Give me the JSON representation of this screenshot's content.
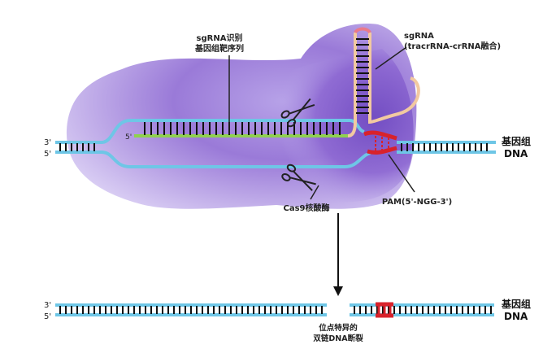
{
  "labels": {
    "sgrna_recognition_line1": "sgRNA识别",
    "sgrna_recognition_line2": "基因组靶序列",
    "sgrna_title": "sgRNA",
    "sgrna_subtitle": "(tracrRNA-crRNA融合)",
    "genome_dna_top_line1": "基因组",
    "genome_dna_top_line2": "DNA",
    "pam": "PAM(5'-NGG-3')",
    "cas9": "Cas9核酸酶",
    "strand_3_prime_top": "3'",
    "strand_5_prime_top": "5'",
    "guide_5_prime": "5'",
    "strand_3_prime_bottom": "3'",
    "strand_5_prime_bottom": "5'",
    "genome_dna_bottom_line1": "基因组",
    "genome_dna_bottom_line2": "DNA",
    "dsb_line1": "位点特异的",
    "dsb_line2": "双链DNA断裂"
  },
  "colors": {
    "cas9_purple_light": "#c8b6ec",
    "cas9_purple_dark": "#7a55c8",
    "dna_strand": "#6ec6e6",
    "guide_rna": "#8fd14f",
    "sgrna_scaffold": "#f2c9a0",
    "pam_red": "#d8222b",
    "rung": "#111111"
  }
}
